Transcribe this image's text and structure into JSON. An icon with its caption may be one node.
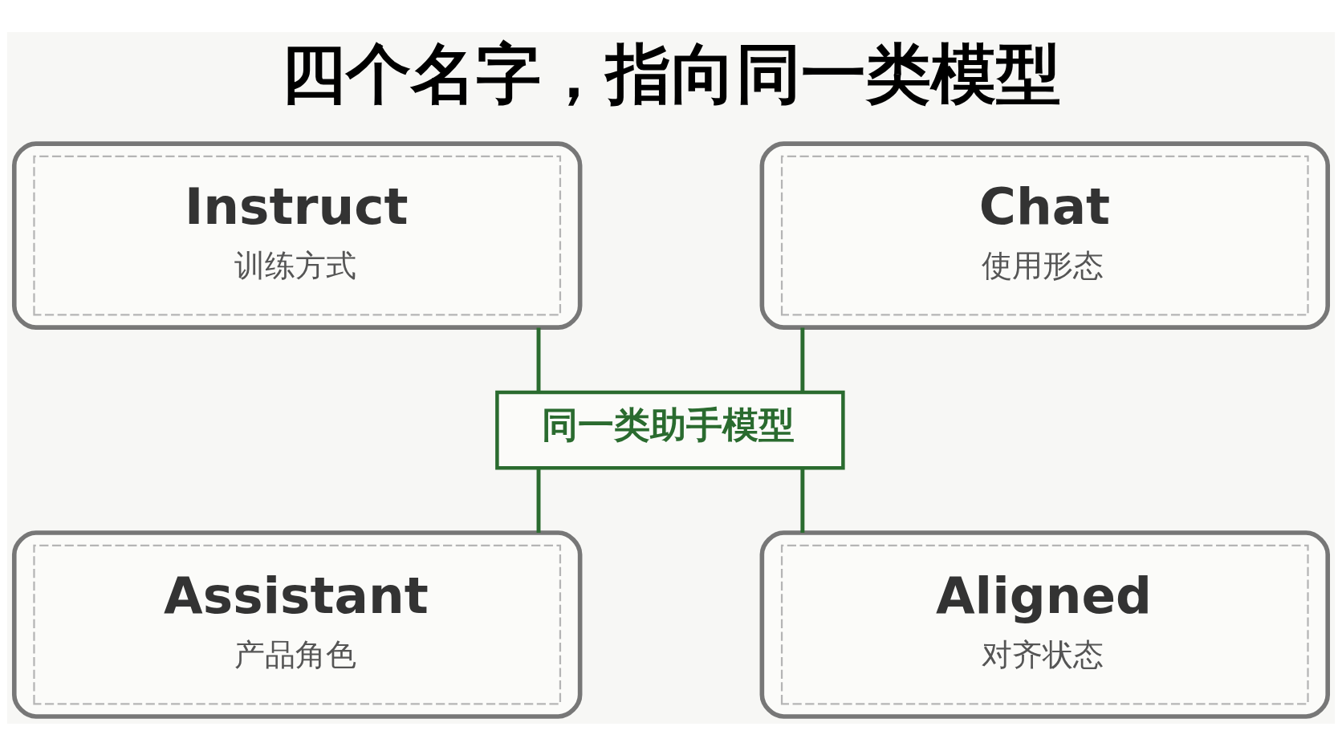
{
  "diagram": {
    "title": "四个名字，指向同一类模型",
    "nodes": [
      {
        "text": [
          "Instruct",
          "训练方式"
        ]
      },
      {
        "text": [
          "Chat",
          "使用形态"
        ]
      },
      {
        "text": [
          "同一类助手模型"
        ]
      },
      {
        "text": [
          "Assistant",
          "产品角色"
        ]
      },
      {
        "text": [
          "Aligned",
          "对齐状态"
        ]
      }
    ],
    "edges": [
      {
        "from": 0,
        "to": 2,
        "arrow": "none"
      },
      {
        "from": 1,
        "to": 2,
        "arrow": "none"
      },
      {
        "from": 2,
        "to": 3,
        "arrow": "none"
      },
      {
        "from": 2,
        "to": 4,
        "arrow": "none"
      }
    ]
  }
}
